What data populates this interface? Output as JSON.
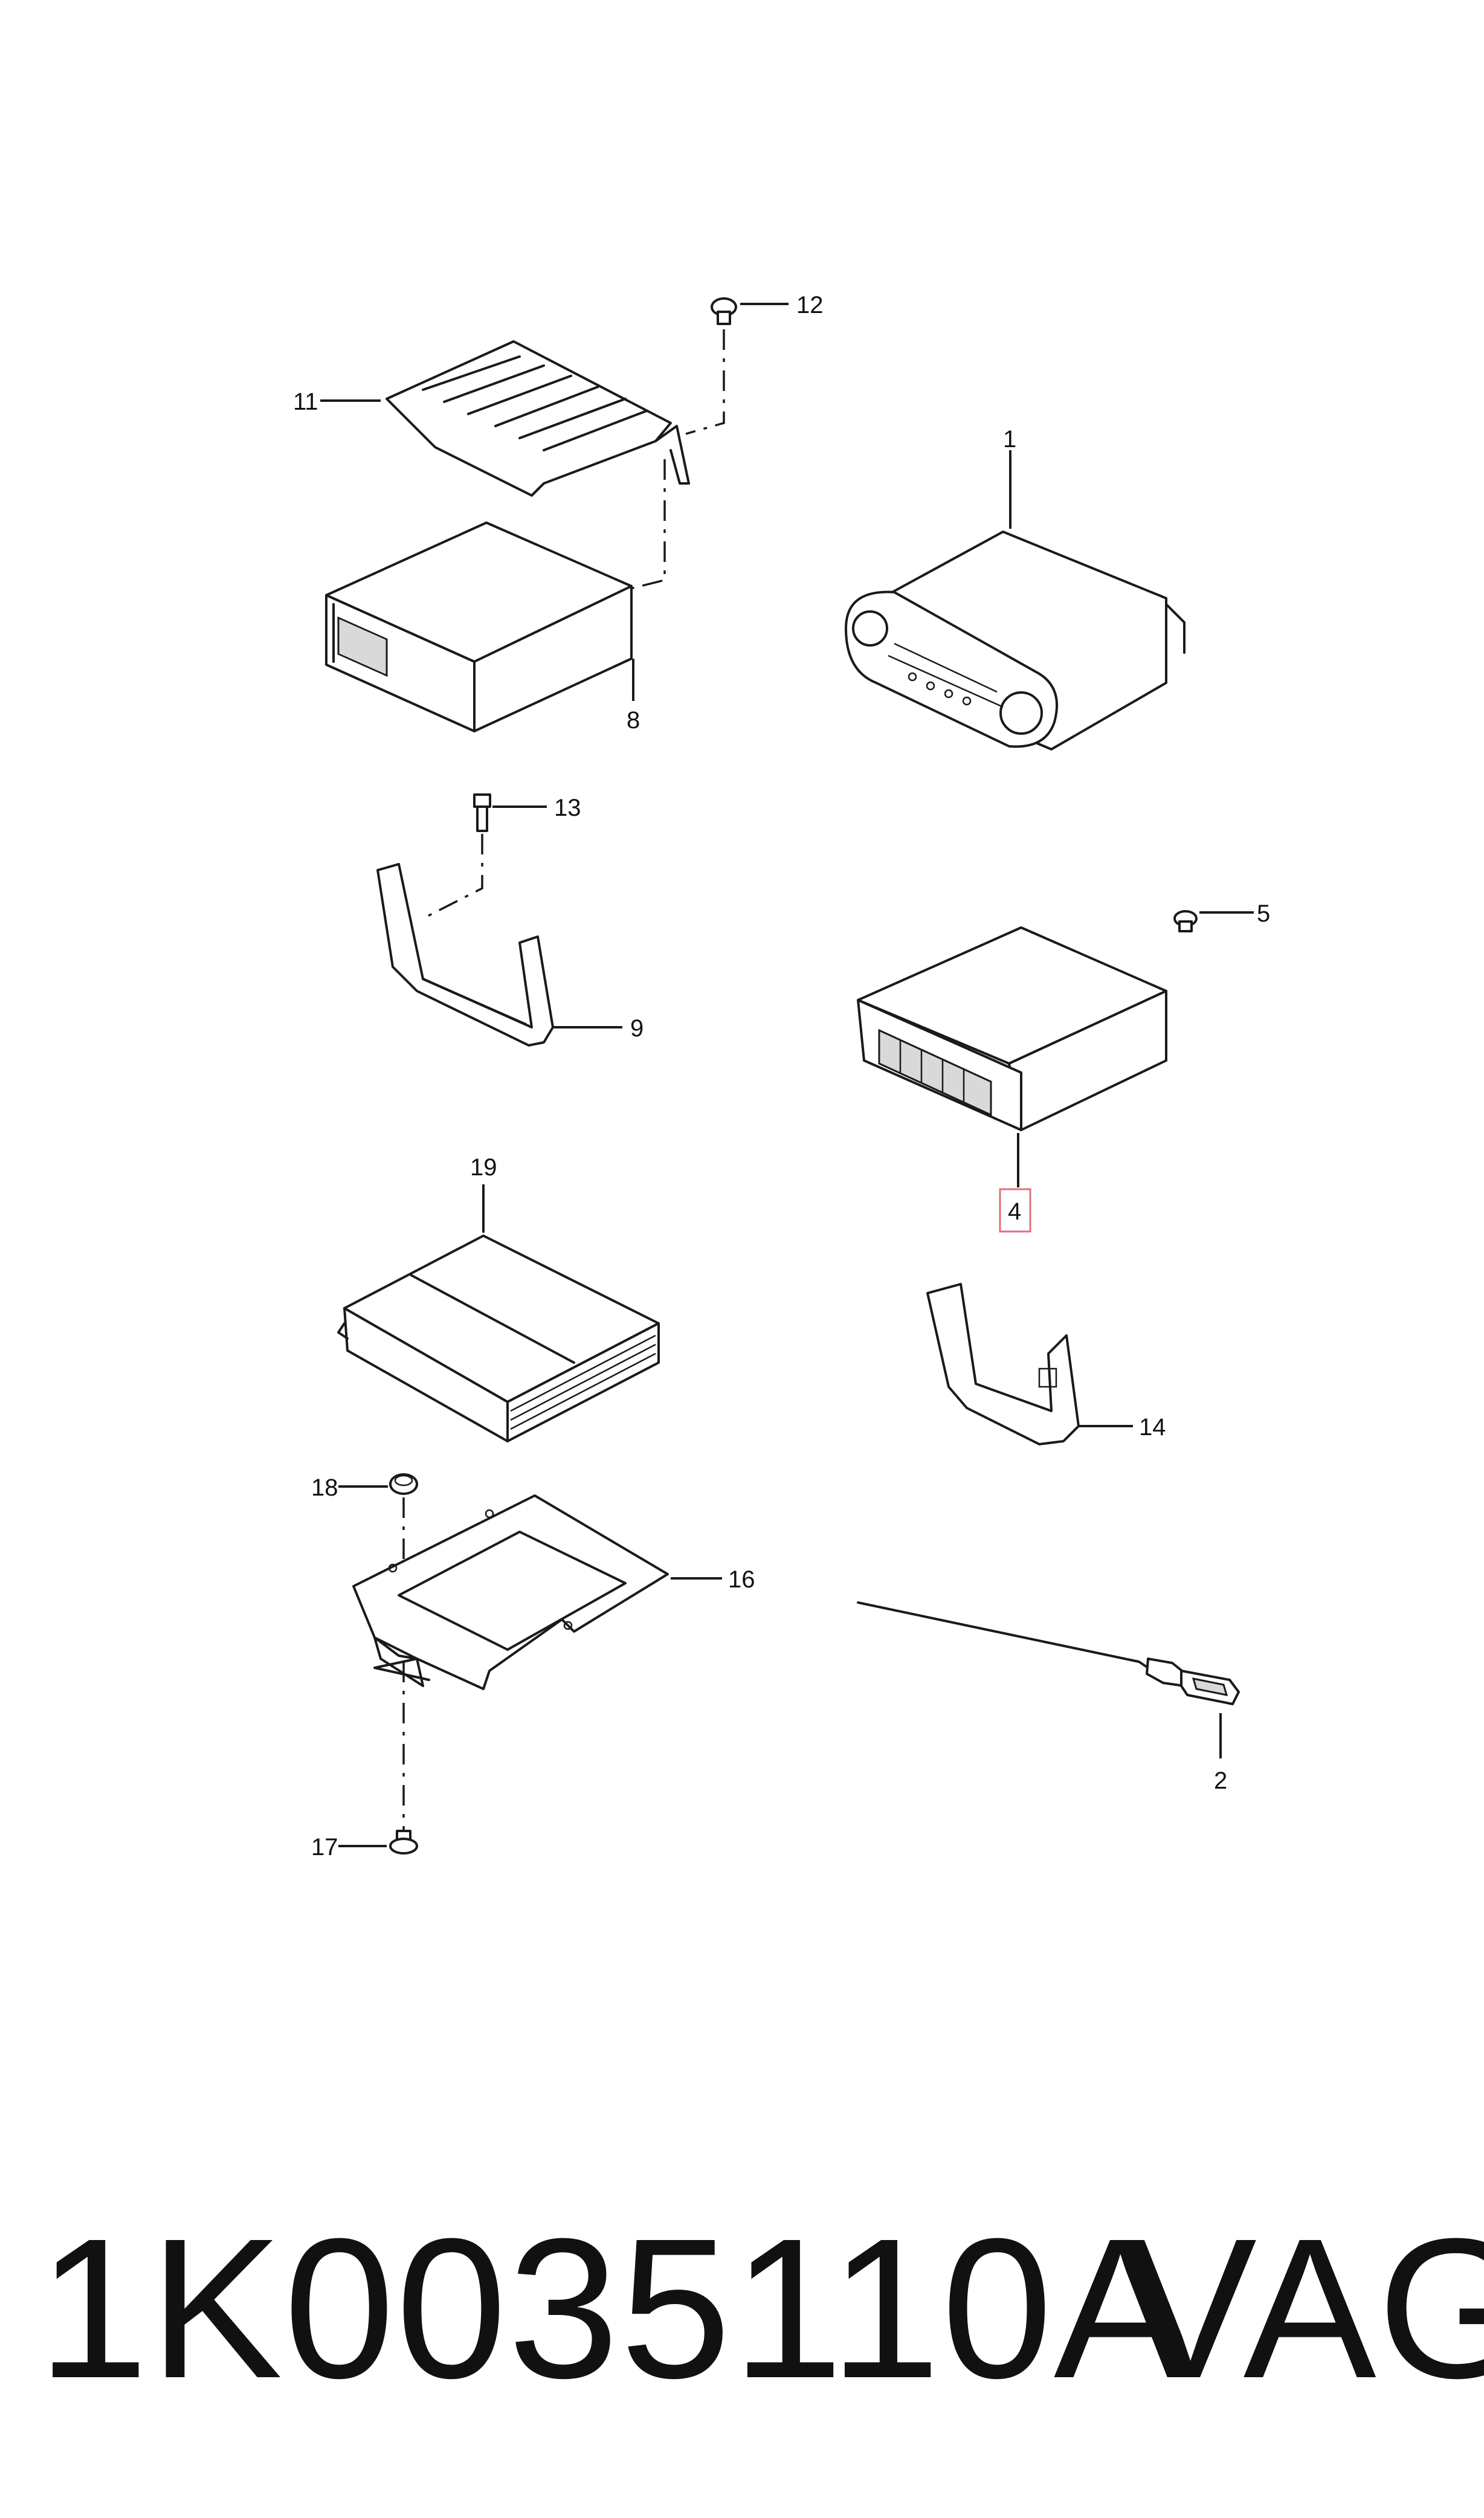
{
  "callouts": {
    "c1": "1",
    "c2": "2",
    "c4": "4",
    "c5": "5",
    "c8": "8",
    "c9": "9",
    "c11": "11",
    "c12": "12",
    "c13": "13",
    "c14": "14",
    "c16": "16",
    "c17": "17",
    "c18": "18",
    "c19": "19"
  },
  "highlighted_callout": "4",
  "footer": {
    "part_number": "1K0035110A",
    "brand": "VAG"
  },
  "colors": {
    "line": "#1a1a1a",
    "highlight": "#e0707a",
    "background": "#ffffff"
  }
}
